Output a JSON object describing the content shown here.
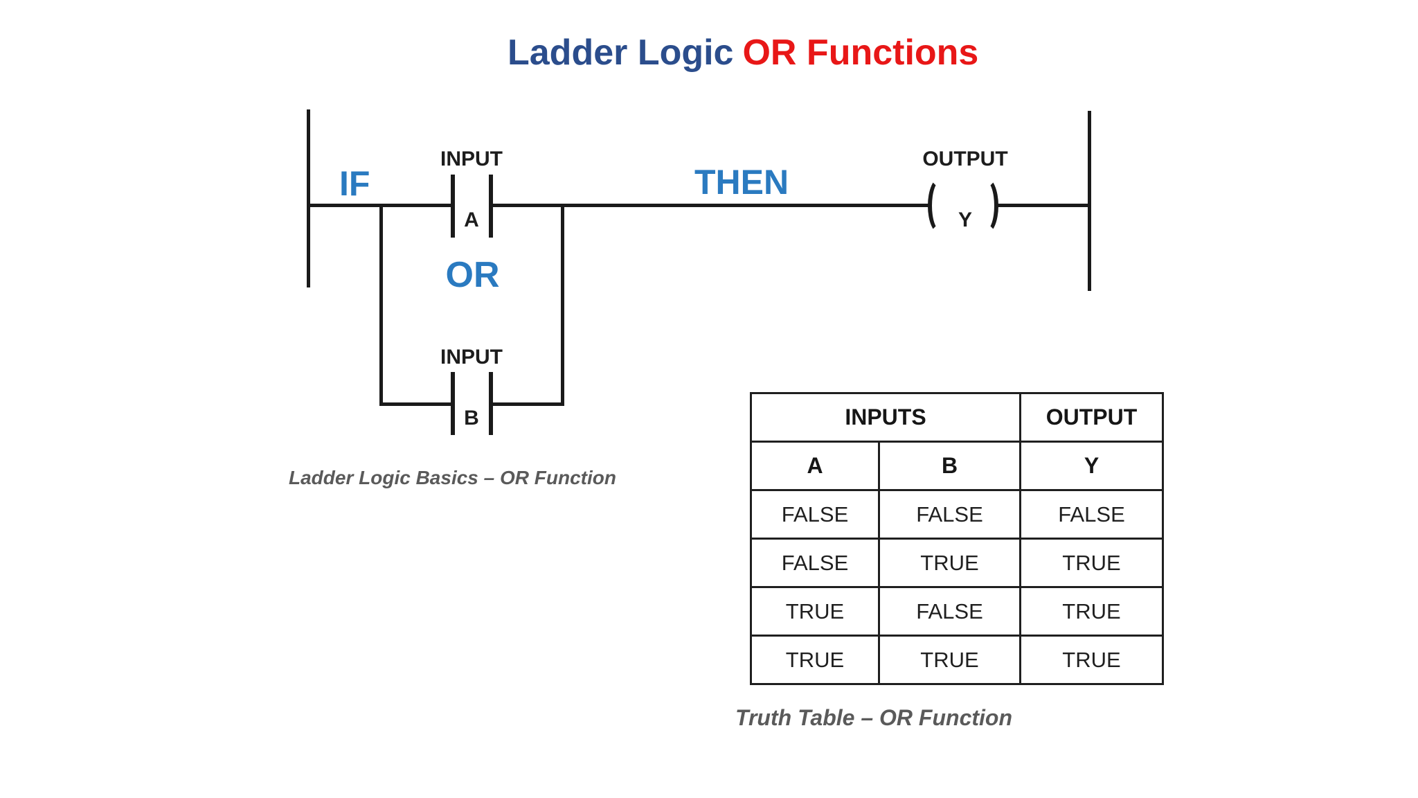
{
  "title": {
    "part1": "Ladder Logic",
    "part2": "OR Functions"
  },
  "ladder": {
    "if_label": "IF",
    "then_label": "THEN",
    "or_label": "OR",
    "input_a": {
      "line1": "INPUT",
      "line2": "A"
    },
    "input_b": {
      "line1": "INPUT",
      "line2": "B"
    },
    "output_y": {
      "line1": "OUTPUT",
      "line2": "Y"
    },
    "caption": "Ladder Logic Basics – OR Function"
  },
  "truth_table": {
    "header_groups": {
      "inputs": "INPUTS",
      "output": "OUTPUT"
    },
    "columns": {
      "a": "A",
      "b": "B",
      "y": "Y"
    },
    "rows": [
      [
        "FALSE",
        "FALSE",
        "FALSE"
      ],
      [
        "FALSE",
        "TRUE",
        "TRUE"
      ],
      [
        "TRUE",
        "FALSE",
        "TRUE"
      ],
      [
        "TRUE",
        "TRUE",
        "TRUE"
      ]
    ],
    "caption": "Truth Table – OR Function"
  },
  "colors": {
    "title-blue": "#2b4d8c",
    "title-red": "#e81717",
    "keyword-blue": "#2a7ac0",
    "line-black": "#1a1a1a",
    "caption-gray": "#5a5a5a",
    "table-border": "#1f1f1f"
  }
}
